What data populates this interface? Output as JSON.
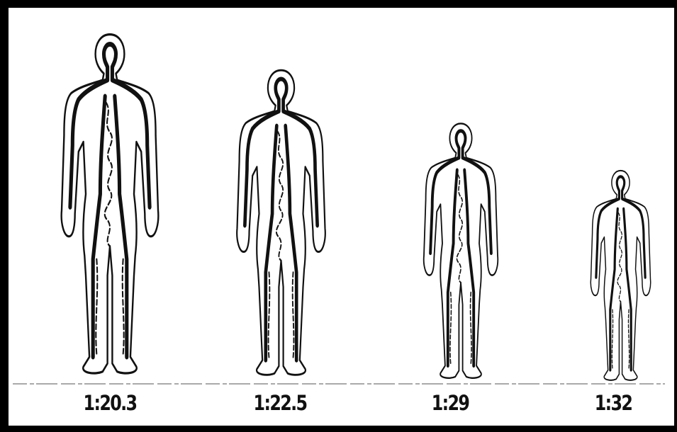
{
  "figures": [
    {
      "label": "1:20.3"
    },
    {
      "label": "1:22.5"
    },
    {
      "label": "1:29"
    },
    {
      "label": "1:32"
    }
  ],
  "colors": {
    "border": "#000000",
    "ink": "#111111",
    "background": "#ffffff"
  }
}
